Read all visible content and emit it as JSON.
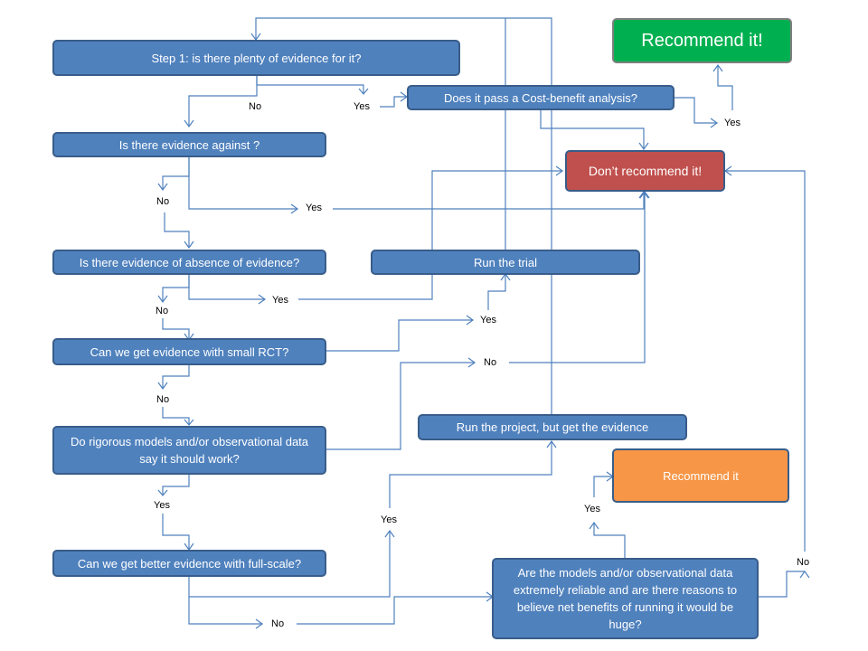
{
  "nodes": {
    "step1": "Step 1: is there plenty of evidence for it?",
    "cost_benefit": "Does it pass a Cost-benefit analysis?",
    "recommend": "Recommend it!",
    "evidence_against": "Is there evidence against ?",
    "dont_recommend": "Don’t recommend  it!",
    "absence": "Is there evidence of absence of evidence?",
    "run_trial": "Run the trial",
    "small_rct": "Can we get evidence with small RCT?",
    "rigorous_models": "Do rigorous models and/or observational data say it should work?",
    "run_project": "Run the project, but get the evidence",
    "recommend_it_2": "Recommend  it",
    "full_scale": "Can we get better evidence with full-scale?",
    "extremely_reliable": "Are the models and/or  observational data extremely reliable and are there reasons to believe net benefits of running it would be huge?"
  },
  "labels": {
    "step1_no": "No",
    "step1_yes": "Yes",
    "cba_yes": "Yes",
    "against_no": "No",
    "against_yes": "Yes",
    "absence_yes": "Yes",
    "absence_no": "No",
    "rct_yes": "Yes",
    "rct_no": "No",
    "rct_down_no": "No",
    "models_yes": "Yes",
    "fullscale_yes": "Yes",
    "fullscale_no": "No",
    "reliable_yes": "Yes",
    "reliable_no": "No"
  },
  "colors": {
    "box": "#4f81bd",
    "box_border": "#385d8a",
    "recommend": "#00b050",
    "dont_recommend": "#c0504d",
    "recommend_it_2": "#f79646",
    "connector": "#4f81bd"
  }
}
